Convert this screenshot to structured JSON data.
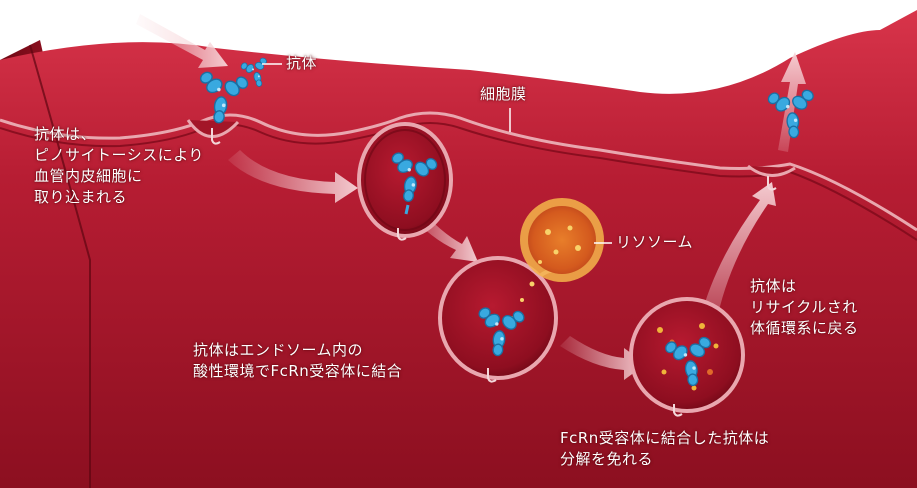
{
  "colors": {
    "tissue_top": "#c7233a",
    "tissue_mid": "#a8152a",
    "tissue_dark": "#6e0914",
    "membrane": "#e3a0a8",
    "antibody": "#35a7df",
    "antibody_dark": "#1b6fa3",
    "lysosome": "#f0a43a",
    "arrow": "#f4c6cb"
  },
  "icons": {
    "antibody": "y-shaped-antibody-icon",
    "receptor": "fcrn-receptor-icon"
  },
  "labels": {
    "antibody": "抗体",
    "membrane": "細胞膜",
    "lysosome": "リソソーム",
    "pinocytosis": [
      "抗体は、",
      "ピノサイトーシスにより",
      "血管内皮細胞に",
      "取り込まれる"
    ],
    "endosome": [
      "抗体はエンドソーム内の",
      "酸性環境でFcRn受容体に結合"
    ],
    "recycle": [
      "抗体は",
      "リサイクルされ",
      "体循環系に戻る"
    ],
    "degrade": [
      "FcRn受容体に結合した抗体は",
      "分解を免れる"
    ]
  }
}
